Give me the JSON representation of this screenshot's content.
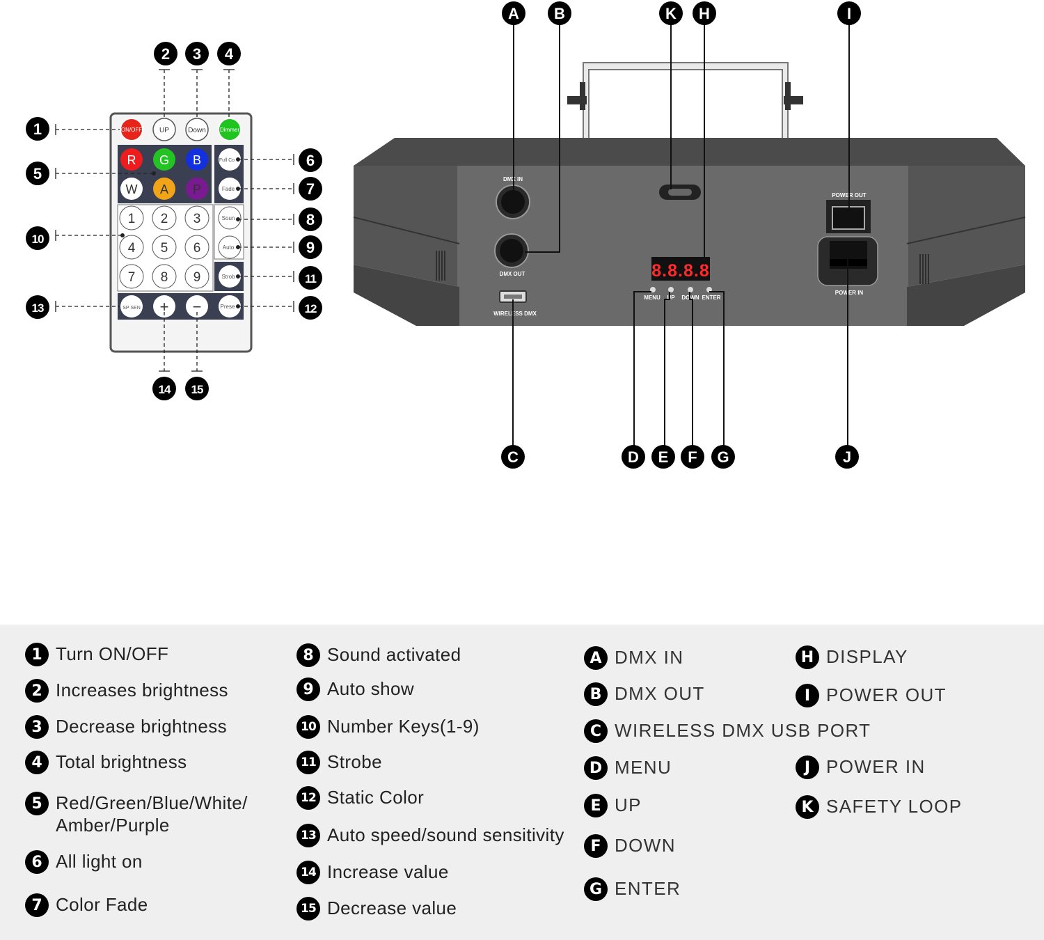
{
  "colors": {
    "legend_bg": "#efefef",
    "badge": "#000000",
    "device_body": "#5a5a5a",
    "device_front": "#6b6b6b",
    "display": "#ff2a2a"
  },
  "remote": {
    "top_buttons": [
      "ON/OFF",
      "UP",
      "Down",
      "Dimmer"
    ],
    "color_buttons": [
      "R",
      "G",
      "B",
      "W",
      "A",
      "P"
    ],
    "side_buttons": [
      "Full Co",
      "Fade",
      "Soun",
      "Auto",
      "Strob",
      "Prese"
    ],
    "number_buttons": [
      "1",
      "2",
      "3",
      "4",
      "5",
      "6",
      "7",
      "8",
      "9"
    ],
    "bottom_buttons": [
      "SP SEN",
      "+",
      "−"
    ]
  },
  "device": {
    "dmx_in": "DMX IN",
    "dmx_out": "DMX OUT",
    "wireless_dmx": "WIRELESS DMX",
    "power_out": "POWER OUT",
    "power_in": "POWER IN",
    "display": "8.8.8.8",
    "panel_buttons": [
      "MENU",
      "UP",
      "DOWN",
      "ENTER"
    ]
  },
  "callout_numbers": [
    "1",
    "2",
    "3",
    "4",
    "5",
    "6",
    "7",
    "8",
    "9",
    "10",
    "11",
    "12",
    "13",
    "14",
    "15"
  ],
  "callout_letters": [
    "A",
    "B",
    "C",
    "D",
    "E",
    "F",
    "G",
    "H",
    "I",
    "J",
    "K"
  ],
  "legend": {
    "remote_items": [
      {
        "badge": "1",
        "text": "Turn ON/OFF"
      },
      {
        "badge": "2",
        "text": "Increases brightness"
      },
      {
        "badge": "3",
        "text": "Decrease brightness"
      },
      {
        "badge": "4",
        "text": "Total brightness"
      },
      {
        "badge": "5",
        "text": "Red/Green/Blue/White/",
        "text2": "Amber/Purple"
      },
      {
        "badge": "6",
        "text": "All light on"
      },
      {
        "badge": "7",
        "text": "Color Fade"
      },
      {
        "badge": "8",
        "text": "Sound activated"
      },
      {
        "badge": "9",
        "text": "Auto show"
      },
      {
        "badge": "10",
        "text": "Number Keys(1-9)"
      },
      {
        "badge": "11",
        "text": "Strobe"
      },
      {
        "badge": "12",
        "text": "Static Color"
      },
      {
        "badge": "13",
        "text": "Auto speed/sound sensitivity"
      },
      {
        "badge": "14",
        "text": "Increase value"
      },
      {
        "badge": "15",
        "text": "Decrease value"
      }
    ],
    "device_items": [
      {
        "badge": "A",
        "text": "DMX IN"
      },
      {
        "badge": "B",
        "text": "DMX OUT"
      },
      {
        "badge": "C",
        "text": "WIRELESS DMX USB PORT"
      },
      {
        "badge": "D",
        "text": "MENU"
      },
      {
        "badge": "E",
        "text": "UP"
      },
      {
        "badge": "F",
        "text": "DOWN"
      },
      {
        "badge": "G",
        "text": "ENTER"
      },
      {
        "badge": "H",
        "text": "DISPLAY"
      },
      {
        "badge": "I",
        "text": "POWER OUT"
      },
      {
        "badge": "J",
        "text": "POWER IN"
      },
      {
        "badge": "K",
        "text": "SAFETY LOOP"
      }
    ]
  }
}
